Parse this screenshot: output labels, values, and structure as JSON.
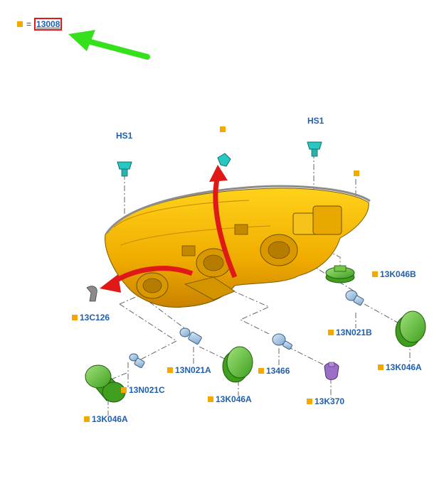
{
  "legend": {
    "equals": "=",
    "ref": "13008"
  },
  "parts": {
    "hs1_left": "HS1",
    "hs1_right": "HS1",
    "p_13C126": "13C126",
    "p_13K046B": "13K046B",
    "p_13N021B": "13N021B",
    "p_13K046A_right": "13K046A",
    "p_13N021A": "13N021A",
    "p_13466": "13466",
    "p_13K046A_mid": "13K046A",
    "p_13K370": "13K370",
    "p_13N021C": "13N021C",
    "p_13K046A_left": "13K046A"
  },
  "colors": {
    "housing": "#f2b400",
    "cap": "#5fc232",
    "arrow_red": "#e01818",
    "arrow_green": "#36e01c",
    "label": "#1f5fb0",
    "marker": "#f5a800"
  }
}
